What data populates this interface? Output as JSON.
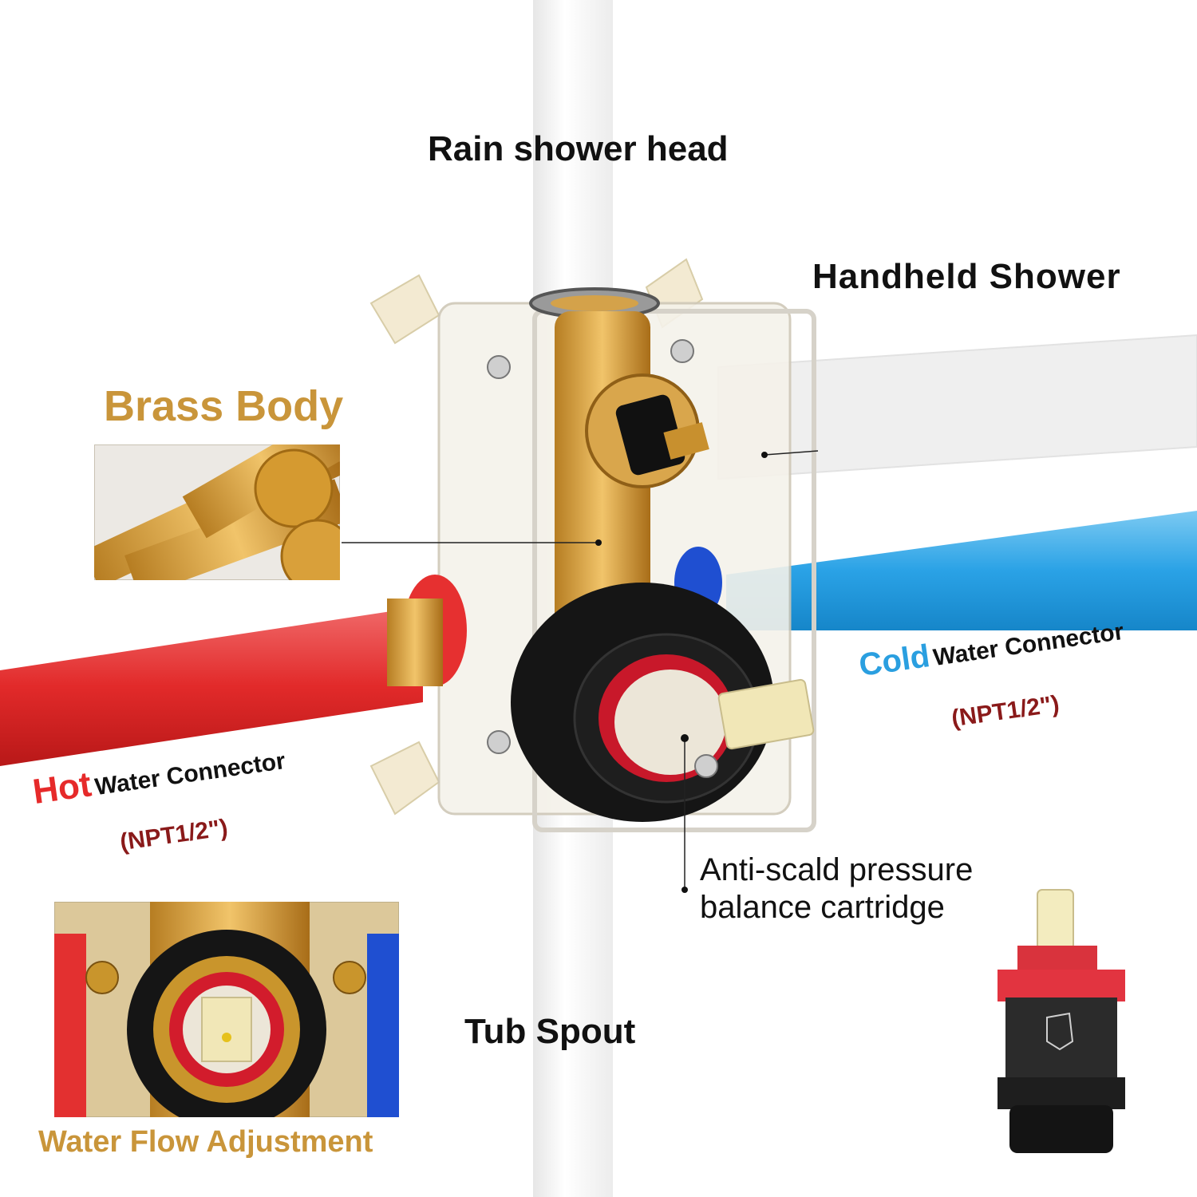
{
  "colors": {
    "brass": "#c9953a",
    "hot": "#e62a2a",
    "cold": "#2a9fe0",
    "npt": "#8a1a1a",
    "text": "#111111",
    "pipe_white": "#f2f2f2"
  },
  "labels": {
    "rain_shower_head": "Rain shower head",
    "handheld_shower": "Handheld Shower",
    "brass_body": "Brass Body",
    "cold_word": "Cold",
    "cold_rest": "Water Connector",
    "cold_npt": "(NPT1/2\")",
    "hot_word": "Hot",
    "hot_rest": "Water Connector",
    "hot_npt": "(NPT1/2\")",
    "cartridge_line1": "Anti-scald pressure",
    "cartridge_line2": "balance cartridge",
    "tub_spout": "Tub Spout",
    "water_flow": "Water Flow Adjustment"
  },
  "icons": {
    "brass_rods": "brass-rods-photo",
    "valve": "mixing-valve-photo",
    "cartridge": "pressure-cartridge-photo",
    "flow_detail": "flow-adjustment-closeup"
  }
}
